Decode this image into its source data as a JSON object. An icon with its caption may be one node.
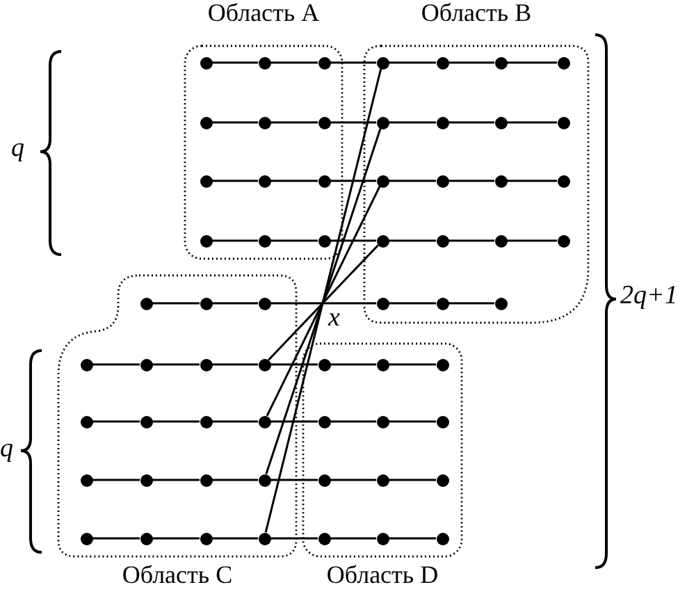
{
  "diagram": {
    "nodes": [
      {
        "text": [
          "Область A"
        ]
      },
      {
        "text": [
          "Область B"
        ]
      },
      {
        "text": [
          "Область C"
        ]
      },
      {
        "text": [
          "Область D"
        ]
      },
      {
        "text": [],
        "shape": "circle",
        "in": 0
      },
      {
        "text": [],
        "shape": "circle",
        "in": 0
      },
      {
        "text": [],
        "shape": "circle",
        "in": 0
      },
      {
        "text": [],
        "shape": "circle",
        "in": 1
      },
      {
        "text": [],
        "shape": "circle",
        "in": 1
      },
      {
        "text": [],
        "shape": "circle",
        "in": 1
      },
      {
        "text": [],
        "shape": "circle",
        "in": 1
      },
      {
        "text": [],
        "shape": "circle",
        "in": 0
      },
      {
        "text": [],
        "shape": "circle",
        "in": 0
      },
      {
        "text": [],
        "shape": "circle",
        "in": 0
      },
      {
        "text": [],
        "shape": "circle",
        "in": 1
      },
      {
        "text": [],
        "shape": "circle",
        "in": 1
      },
      {
        "text": [],
        "shape": "circle",
        "in": 1
      },
      {
        "text": [],
        "shape": "circle",
        "in": 1
      },
      {
        "text": [],
        "shape": "circle",
        "in": 0
      },
      {
        "text": [],
        "shape": "circle",
        "in": 0
      },
      {
        "text": [],
        "shape": "circle",
        "in": 0
      },
      {
        "text": [],
        "shape": "circle",
        "in": 1
      },
      {
        "text": [],
        "shape": "circle",
        "in": 1
      },
      {
        "text": [],
        "shape": "circle",
        "in": 1
      },
      {
        "text": [],
        "shape": "circle",
        "in": 1
      },
      {
        "text": [],
        "shape": "circle",
        "in": 0
      },
      {
        "text": [],
        "shape": "circle",
        "in": 0
      },
      {
        "text": [],
        "shape": "circle",
        "in": 0
      },
      {
        "text": [],
        "shape": "circle",
        "in": 1
      },
      {
        "text": [],
        "shape": "circle",
        "in": 1
      },
      {
        "text": [],
        "shape": "circle",
        "in": 1
      },
      {
        "text": [],
        "shape": "circle",
        "in": 1
      },
      {
        "text": [],
        "shape": "circle",
        "in": 2
      },
      {
        "text": [],
        "shape": "circle",
        "in": 2
      },
      {
        "text": [],
        "shape": "circle",
        "in": 2
      },
      {
        "text": [],
        "shape": "circle",
        "in": 1
      },
      {
        "text": [],
        "shape": "circle",
        "in": 1
      },
      {
        "text": [],
        "shape": "circle",
        "in": 1
      },
      {
        "text": [],
        "shape": "circle",
        "in": 2
      },
      {
        "text": [],
        "shape": "circle",
        "in": 2
      },
      {
        "text": [],
        "shape": "circle",
        "in": 2
      },
      {
        "text": [],
        "shape": "circle",
        "in": 2
      },
      {
        "text": [],
        "shape": "circle",
        "in": 3
      },
      {
        "text": [],
        "shape": "circle",
        "in": 3
      },
      {
        "text": [],
        "shape": "circle",
        "in": 3
      },
      {
        "text": [],
        "shape": "circle",
        "in": 2
      },
      {
        "text": [],
        "shape": "circle",
        "in": 2
      },
      {
        "text": [],
        "shape": "circle",
        "in": 2
      },
      {
        "text": [],
        "shape": "circle",
        "in": 2
      },
      {
        "text": [],
        "shape": "circle",
        "in": 3
      },
      {
        "text": [],
        "shape": "circle",
        "in": 3
      },
      {
        "text": [],
        "shape": "circle",
        "in": 3
      },
      {
        "text": [],
        "shape": "circle",
        "in": 2
      },
      {
        "text": [],
        "shape": "circle",
        "in": 2
      },
      {
        "text": [],
        "shape": "circle",
        "in": 2
      },
      {
        "text": [],
        "shape": "circle",
        "in": 2
      },
      {
        "text": [],
        "shape": "circle",
        "in": 3
      },
      {
        "text": [],
        "shape": "circle",
        "in": 3
      },
      {
        "text": [],
        "shape": "circle",
        "in": 3
      },
      {
        "text": [],
        "shape": "circle",
        "in": 2
      },
      {
        "text": [],
        "shape": "circle",
        "in": 2
      },
      {
        "text": [],
        "shape": "circle",
        "in": 2
      },
      {
        "text": [],
        "shape": "circle",
        "in": 2
      },
      {
        "text": [],
        "shape": "circle",
        "in": 3
      },
      {
        "text": [],
        "shape": "circle",
        "in": 3
      },
      {
        "text": [],
        "shape": "circle",
        "in": 3
      }
    ],
    "edges": [
      {
        "from": 4,
        "to": 5,
        "arrow": "none"
      },
      {
        "from": 5,
        "to": 6,
        "arrow": "none"
      },
      {
        "from": 6,
        "to": 7,
        "arrow": "none"
      },
      {
        "from": 7,
        "to": 8,
        "arrow": "none"
      },
      {
        "from": 8,
        "to": 9,
        "arrow": "none"
      },
      {
        "from": 9,
        "to": 10,
        "arrow": "none"
      },
      {
        "from": 11,
        "to": 12,
        "arrow": "none"
      },
      {
        "from": 12,
        "to": 13,
        "arrow": "none"
      },
      {
        "from": 13,
        "to": 14,
        "arrow": "none"
      },
      {
        "from": 14,
        "to": 15,
        "arrow": "none"
      },
      {
        "from": 15,
        "to": 16,
        "arrow": "none"
      },
      {
        "from": 16,
        "to": 17,
        "arrow": "none"
      },
      {
        "from": 18,
        "to": 19,
        "arrow": "none"
      },
      {
        "from": 19,
        "to": 20,
        "arrow": "none"
      },
      {
        "from": 20,
        "to": 21,
        "arrow": "none"
      },
      {
        "from": 21,
        "to": 22,
        "arrow": "none"
      },
      {
        "from": 22,
        "to": 23,
        "arrow": "none"
      },
      {
        "from": 23,
        "to": 24,
        "arrow": "none"
      },
      {
        "from": 25,
        "to": 26,
        "arrow": "none"
      },
      {
        "from": 26,
        "to": 27,
        "arrow": "none"
      },
      {
        "from": 27,
        "to": 28,
        "arrow": "none"
      },
      {
        "from": 28,
        "to": 29,
        "arrow": "none"
      },
      {
        "from": 29,
        "to": 30,
        "arrow": "none"
      },
      {
        "from": 30,
        "to": 31,
        "arrow": "none"
      },
      {
        "from": 32,
        "to": 33,
        "arrow": "none"
      },
      {
        "from": 33,
        "to": 34,
        "arrow": "none"
      },
      {
        "from": 34,
        "to": 35,
        "arrow": "none"
      },
      {
        "from": 35,
        "to": 36,
        "arrow": "none"
      },
      {
        "from": 36,
        "to": 37,
        "arrow": "none"
      },
      {
        "from": 38,
        "to": 39,
        "arrow": "none"
      },
      {
        "from": 39,
        "to": 40,
        "arrow": "none"
      },
      {
        "from": 40,
        "to": 41,
        "arrow": "none"
      },
      {
        "from": 41,
        "to": 42,
        "arrow": "none"
      },
      {
        "from": 42,
        "to": 43,
        "arrow": "none"
      },
      {
        "from": 43,
        "to": 44,
        "arrow": "none"
      },
      {
        "from": 45,
        "to": 46,
        "arrow": "none"
      },
      {
        "from": 46,
        "to": 47,
        "arrow": "none"
      },
      {
        "from": 47,
        "to": 48,
        "arrow": "none"
      },
      {
        "from": 48,
        "to": 49,
        "arrow": "none"
      },
      {
        "from": 49,
        "to": 50,
        "arrow": "none"
      },
      {
        "from": 50,
        "to": 51,
        "arrow": "none"
      },
      {
        "from": 52,
        "to": 53,
        "arrow": "none"
      },
      {
        "from": 53,
        "to": 54,
        "arrow": "none"
      },
      {
        "from": 54,
        "to": 55,
        "arrow": "none"
      },
      {
        "from": 55,
        "to": 56,
        "arrow": "none"
      },
      {
        "from": 56,
        "to": 57,
        "arrow": "none"
      },
      {
        "from": 57,
        "to": 58,
        "arrow": "none"
      },
      {
        "from": 59,
        "to": 60,
        "arrow": "none"
      },
      {
        "from": 60,
        "to": 61,
        "arrow": "none"
      },
      {
        "from": 61,
        "to": 62,
        "arrow": "none"
      },
      {
        "from": 62,
        "to": 63,
        "arrow": "none"
      },
      {
        "from": 63,
        "to": 64,
        "arrow": "none"
      },
      {
        "from": 64,
        "to": 65,
        "arrow": "none"
      },
      {
        "from": 7,
        "to": 62,
        "arrow": "none"
      },
      {
        "from": 14,
        "to": 55,
        "arrow": "none"
      },
      {
        "from": 21,
        "to": 48,
        "arrow": "none"
      },
      {
        "from": 28,
        "to": 41,
        "arrow": "none"
      }
    ],
    "labels": [
      "q",
      "2q+1",
      "x",
      "q"
    ]
  }
}
